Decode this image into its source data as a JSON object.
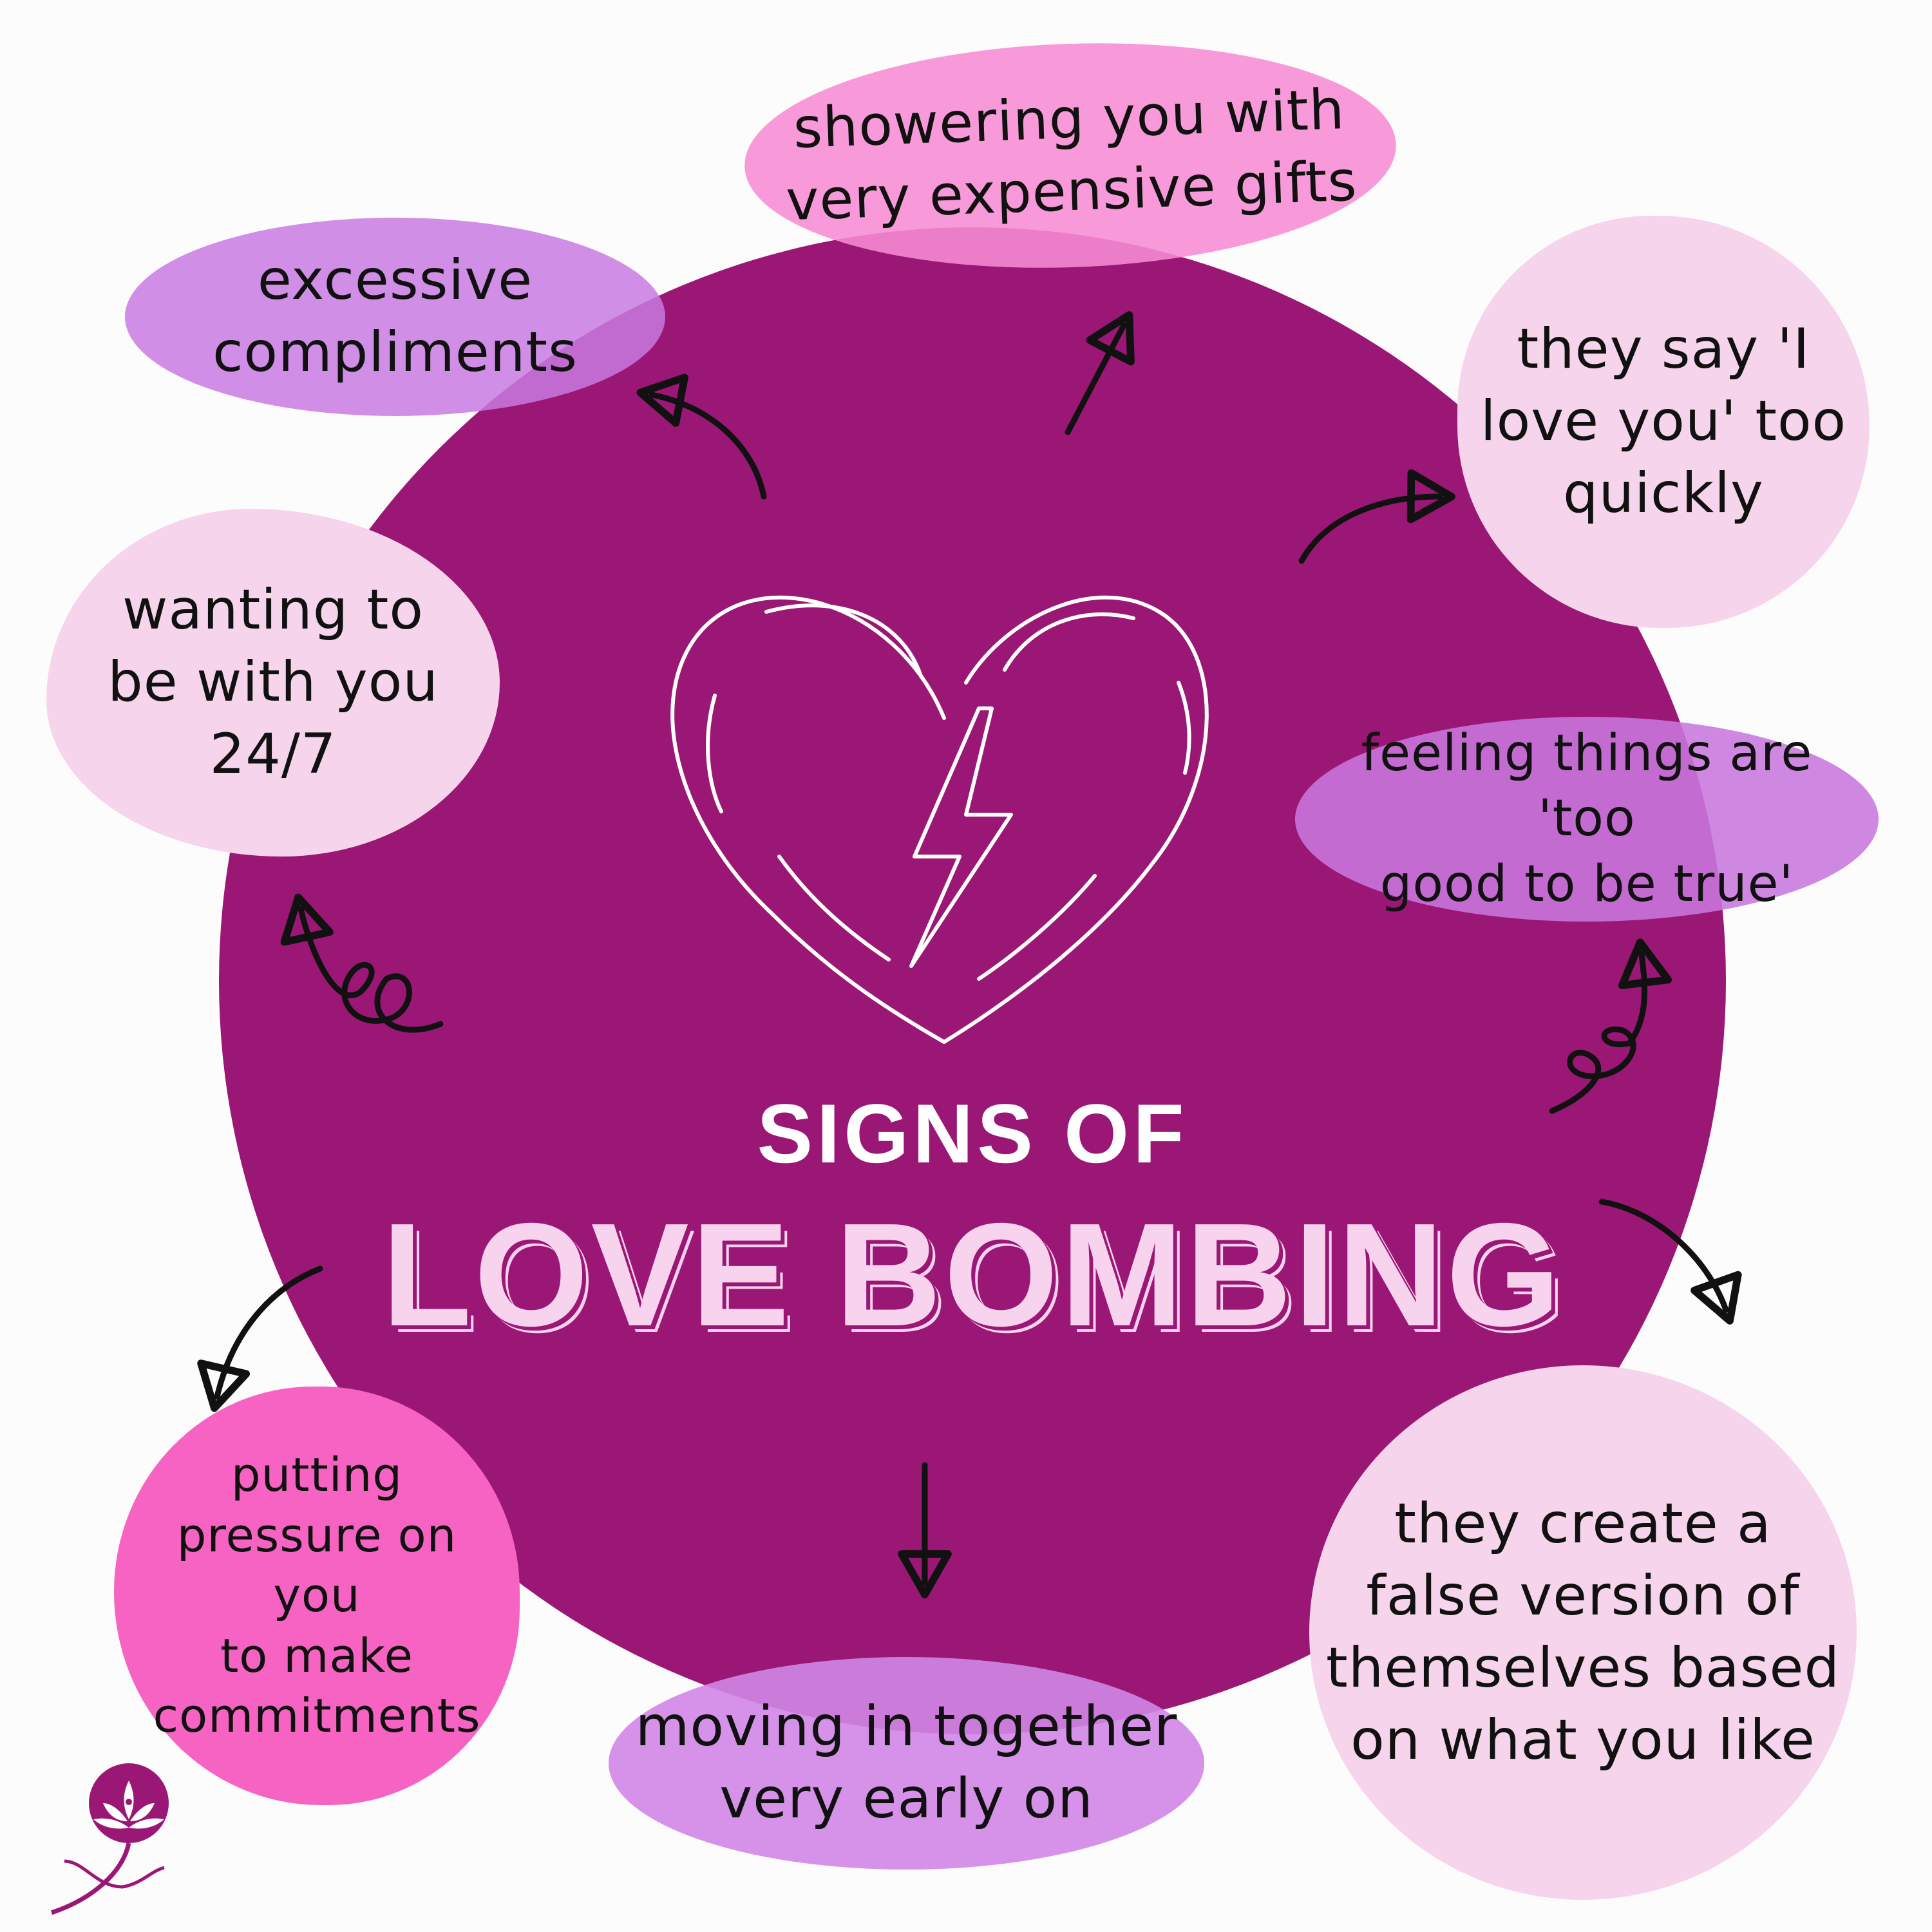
{
  "title": {
    "line1": "SIGNS OF",
    "line2": "LOVE BOMBING"
  },
  "signs": [
    {
      "id": "showering",
      "text": "showering you with\nvery expensive gifts"
    },
    {
      "id": "excessive",
      "text": "excessive\ncompliments"
    },
    {
      "id": "say-love",
      "text": "they say 'I\nlove you' too\nquickly"
    },
    {
      "id": "wanting",
      "text": "wanting to\nbe with you\n24/7"
    },
    {
      "id": "feeling",
      "text": "feeling things are 'too\ngood to be true'"
    },
    {
      "id": "pressure",
      "text": "putting\npressure on you\nto make\ncommitments"
    },
    {
      "id": "moving",
      "text": "moving in together\nvery early on"
    },
    {
      "id": "false-version",
      "text": "they create a\nfalse version of\nthemselves based\non what you like"
    }
  ],
  "colors": {
    "circle": "#9b1775",
    "light_pink": "#f6d4ec",
    "hot_pink": "#f763c3",
    "lavender": "#c87ae2"
  }
}
